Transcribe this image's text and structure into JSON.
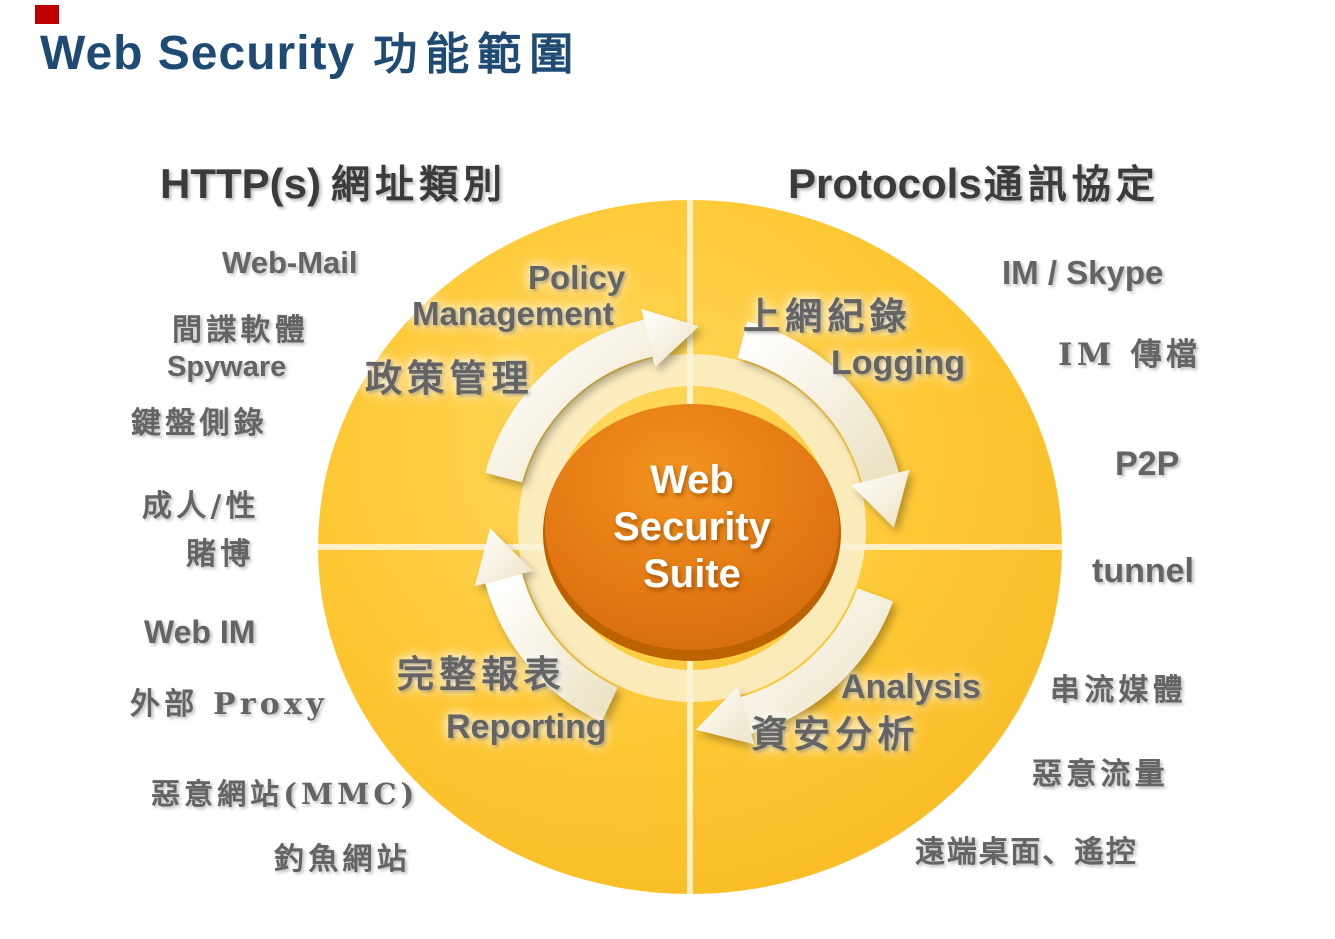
{
  "title": {
    "en": "Web Security",
    "zh": "功能範圍"
  },
  "headers": {
    "left_en": "HTTP(s)",
    "left_zh": "網址類別",
    "right_en": "Protocols",
    "right_zh": "通訊協定"
  },
  "center": {
    "line1": "Web",
    "line2": "Security",
    "line3": "Suite"
  },
  "quadrants": {
    "policy_en1": "Policy",
    "policy_en2": "Management",
    "policy_zh": "政策管理",
    "logging_zh": "上網紀錄",
    "logging_en": "Logging",
    "reporting_zh": "完整報表",
    "reporting_en": "Reporting",
    "analysis_en": "Analysis",
    "analysis_zh": "資安分析"
  },
  "left_items": [
    "Web-Mail",
    "間諜軟體",
    "Spyware",
    "鍵盤側錄",
    "成人/性",
    "賭博",
    "Web IM",
    "外部 Proxy",
    "惡意網站(MMC)",
    "釣魚網站"
  ],
  "right_items": [
    "IM / Skype",
    "IM 傳檔",
    "P2P",
    "tunnel",
    "串流媒體",
    "惡意流量",
    "遠端桌面、遙控"
  ],
  "colors": {
    "background": "#ffffff",
    "title-navy": "#1f4a73",
    "header-gray": "#3b3b3b",
    "label-gray": "#646464",
    "circle-yellow": "#fdc732",
    "circle-yellow-dark": "#e8ac1c",
    "center-orange": "#e27713",
    "center-orange-dark": "#bc6203",
    "arrow-cream": "#f5eedb",
    "accent-red": "#c00000"
  }
}
